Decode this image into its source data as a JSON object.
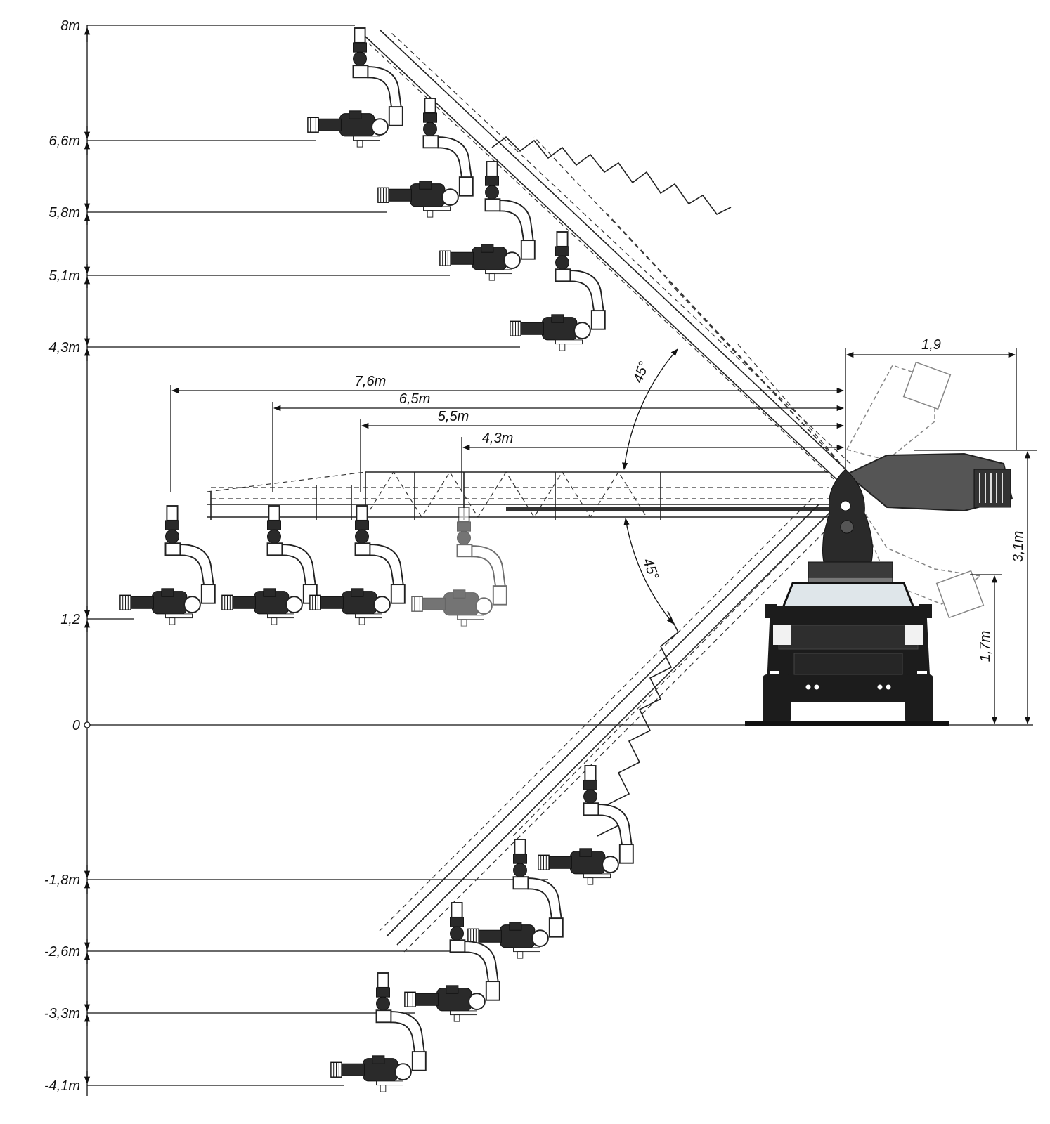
{
  "vertical_scale": {
    "levels": [
      "8m",
      "6,6m",
      "5,8m",
      "5,1m",
      "4,3m",
      "1,2",
      "0",
      "-1,8m",
      "-2,6m",
      "-3,3m",
      "-4,1m"
    ]
  },
  "reach": {
    "labels": [
      "7,6m",
      "6,5m",
      "5,5m",
      "4,3m"
    ]
  },
  "angles": {
    "upper": "45°",
    "lower": "45°"
  },
  "vehicle_dimensions": {
    "width": "1,9",
    "total_height": "3,1m",
    "pivot_height": "1,7m"
  },
  "colors": {
    "line": "#111111",
    "truck": "#1c1c1c",
    "highlight_camera": "#777777"
  }
}
